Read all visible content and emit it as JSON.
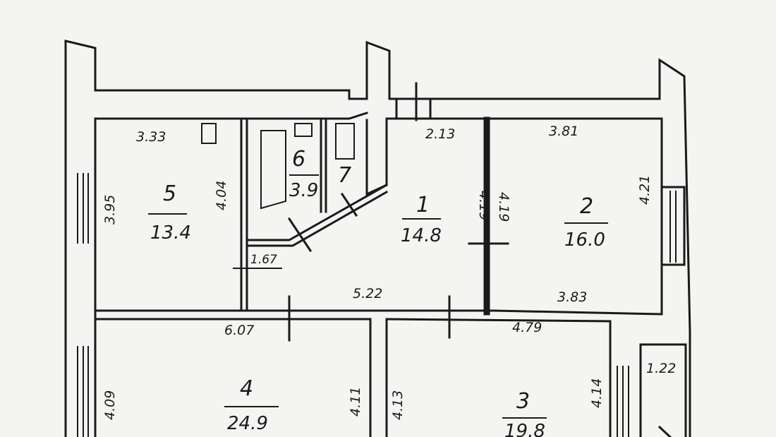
{
  "rooms": [
    {
      "number": "1",
      "area": "14.8"
    },
    {
      "number": "2",
      "area": "16.0"
    },
    {
      "number": "3",
      "area": "19.8"
    },
    {
      "number": "4",
      "area": "24.9"
    },
    {
      "number": "5",
      "area": "13.4"
    },
    {
      "number": "6",
      "area": "3.9"
    },
    {
      "number": "7",
      "area": ""
    },
    {
      "number": "",
      "area": "1.22"
    }
  ],
  "dimensions": {
    "room5_top": "3.33",
    "room5_left": "3.95",
    "room5_right": "4.04",
    "closet": "1.67",
    "room1_top": "2.13",
    "room1_right": "4.19",
    "hall_bottom": "5.22",
    "room2_left": "4.19",
    "room2_top": "3.81",
    "room2_right": "4.21",
    "room2_bottom": "3.83",
    "room4_top": "6.07",
    "room4_left": "4.09",
    "room4_right": "4.11",
    "room3_top": "4.79",
    "room3_left": "4.13",
    "room3_right": "4.14"
  },
  "colors": {
    "ink": "#1a1a1a",
    "paper": "#f4f4f2"
  }
}
